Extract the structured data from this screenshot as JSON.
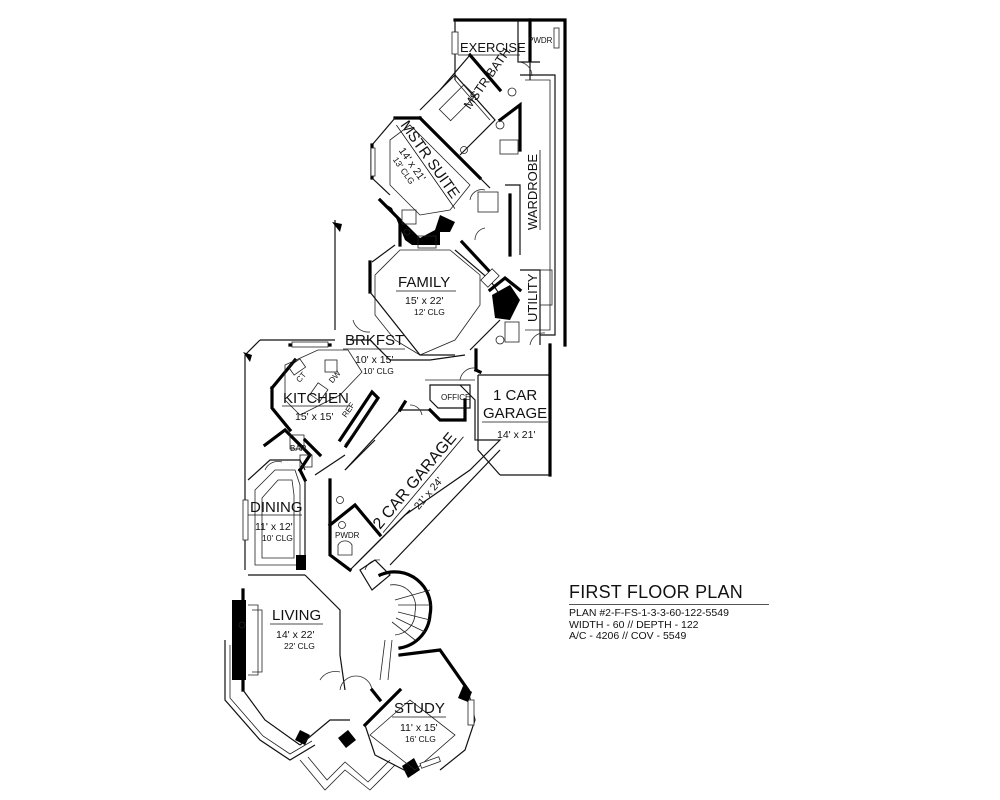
{
  "title_block": {
    "title": "FIRST FLOOR PLAN",
    "plan_number": "PLAN #2-F-FS-1-3-3-60-122-5549",
    "width_depth": "WIDTH - 60 // DEPTH - 122",
    "area": "A/C - 4206 // COV - 5549"
  },
  "rooms": {
    "exercise": {
      "name": "EXERCISE"
    },
    "pwdr_upper": {
      "name": "PWDR"
    },
    "mstr_bath": {
      "name": "MSTR BATH"
    },
    "mstr_suite": {
      "name": "MSTR SUITE",
      "dims": "14' x 21'",
      "clg": "13' CLG"
    },
    "wardrobe": {
      "name": "WARDROBE"
    },
    "family": {
      "name": "FAMILY",
      "dims": "15' x 22'",
      "clg": "12' CLG"
    },
    "utility": {
      "name": "UTILITY"
    },
    "brkfst": {
      "name": "BRKFST",
      "dims": "10' x 15'",
      "clg": "10' CLG"
    },
    "kitchen": {
      "name": "KITCHEN",
      "dims": "15' x 15'"
    },
    "office": {
      "name": "OFFICE"
    },
    "garage_1car": {
      "name_line1": "1 CAR",
      "name_line2": "GARAGE",
      "dims": "14' x 21'"
    },
    "garage_2car": {
      "name": "2 CAR GARAGE",
      "dims": "21' x 24'"
    },
    "dining": {
      "name": "DINING",
      "dims": "11' x 12'",
      "clg": "10' CLG"
    },
    "pwdr_lower": {
      "name": "PWDR"
    },
    "living": {
      "name": "LIVING",
      "dims": "14' x 22'",
      "clg": "22' CLG"
    },
    "study": {
      "name": "STUDY",
      "dims": "11' x 15'",
      "clg": "16' CLG"
    }
  },
  "fixture_labels": {
    "ct": "CT",
    "dw": "DW",
    "ref": "REF",
    "bar": "BAR"
  }
}
